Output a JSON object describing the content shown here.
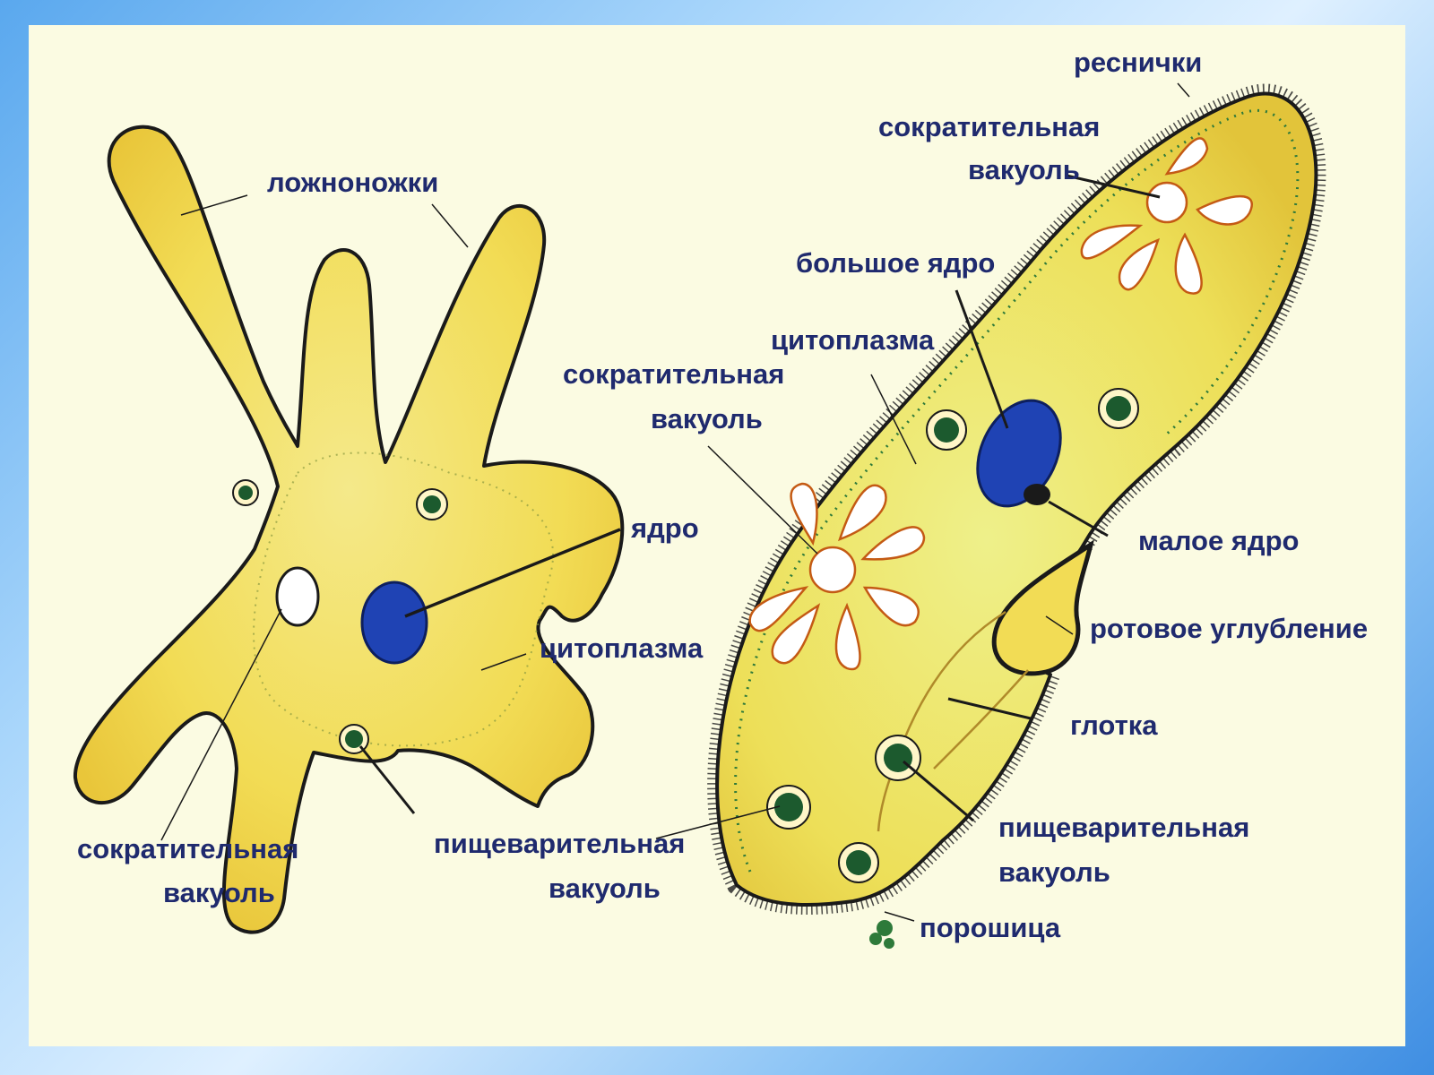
{
  "background_color": "#fbfbe2",
  "cell_color": "#f2dc55",
  "outline_color": "#1a1a1a",
  "nucleus_color": "#1f43b4",
  "food_vacuole_color": "#1c5a2e",
  "label_color": "#1f2a6e",
  "amoeba": {
    "pseudopods": "ложноножки",
    "contractile_vacuole_l1": "сократительная",
    "contractile_vacuole_l2": "вакуоль",
    "nucleus": "ядро",
    "cytoplasm": "цитоплазма",
    "digestive_vacuole_l1": "пищеварительная",
    "digestive_vacuole_l2": "вакуоль"
  },
  "paramecium": {
    "cilia": "реснички",
    "contractile_vacuole_top_l1": "сократительная",
    "contractile_vacuole_top_l2": "вакуоль",
    "macronucleus": "большое ядро",
    "cytoplasm": "цитоплазма",
    "contractile_vacuole_mid_l1": "сократительная",
    "contractile_vacuole_mid_l2": "вакуоль",
    "micronucleus": "малое ядро",
    "oral_groove": "ротовое углубление",
    "pharynx": "глотка",
    "digestive_vacuole_l1": "пищеварительная",
    "digestive_vacuole_l2": "вакуоль",
    "anal_pore": "порошица"
  }
}
